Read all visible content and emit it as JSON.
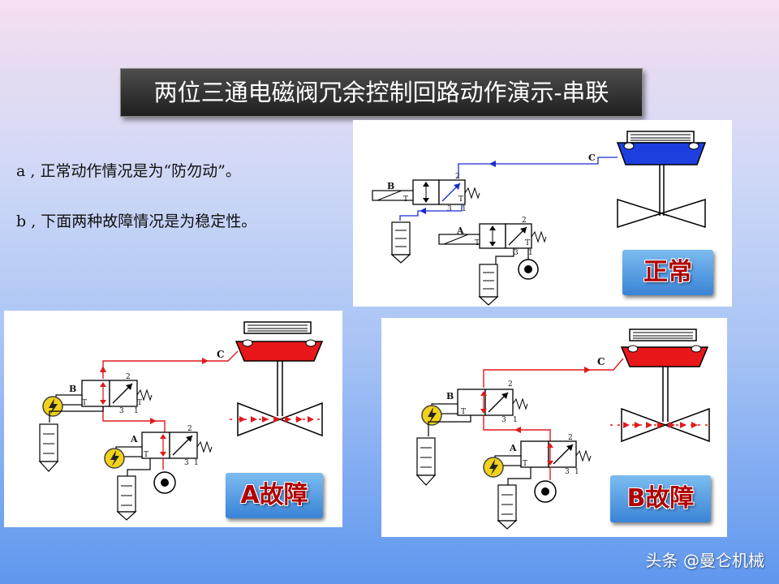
{
  "title": "两位三通电磁阀冗余控制回路动作演示-串联",
  "notes": {
    "a": "a , 正常动作情况是为“防勿动”。",
    "b": "b , 下面两种故障情况是为稳定性。"
  },
  "panels": {
    "normal": {
      "badge": "正常",
      "line_color": "#1a2ad0",
      "actuator_color": "#1d3fe0"
    },
    "fault_a": {
      "badge": "A故障",
      "line_color": "#e01a1a",
      "actuator_color": "#e8181a"
    },
    "fault_b": {
      "badge": "B故障",
      "line_color": "#e01a1a",
      "actuator_color": "#e8181a"
    }
  },
  "diagram_labels": {
    "valve_a": "A",
    "valve_b": "B",
    "line_c": "C",
    "port_2": "2",
    "port_3": "3",
    "port_1": "1",
    "port_t": "T"
  },
  "icons": [
    "solenoid-fault-icon",
    "exhaust-icon",
    "pressure-source-icon",
    "actuator-icon",
    "butterfly-valve-icon"
  ],
  "watermark": "头条 @曼仑机械"
}
